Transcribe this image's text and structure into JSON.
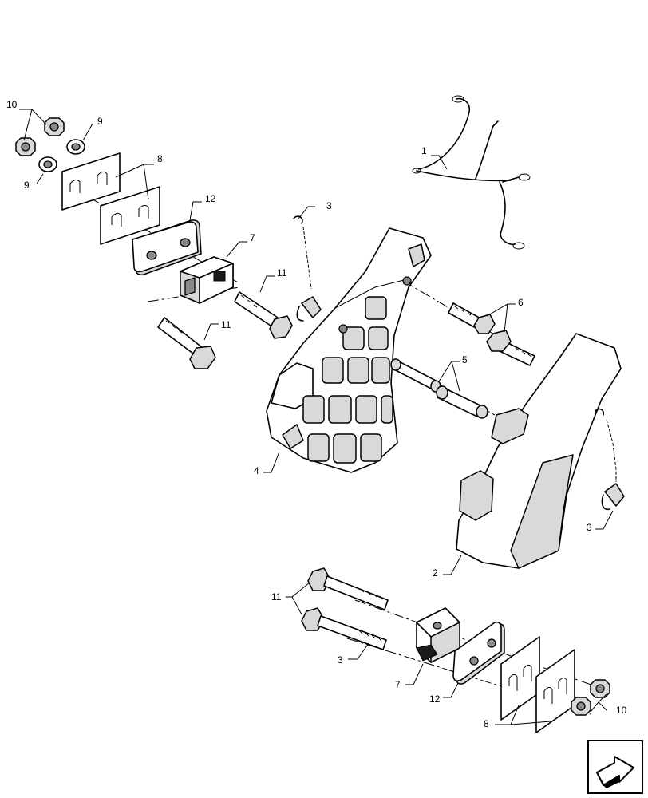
{
  "callouts": {
    "c1": "1",
    "c2": "2",
    "c3_top": "3",
    "c3_right": "3",
    "c3_bottom": "3",
    "c4": "4",
    "c5": "5",
    "c6": "6",
    "c7_top": "7",
    "c7_bottom": "7",
    "c8_top": "8",
    "c8_bottom": "8",
    "c9_upper": "9",
    "c9_lower": "9",
    "c10_top": "10",
    "c10_bottom": "10",
    "c11_top_a": "11",
    "c11_top_b": "11",
    "c11_bottom": "11",
    "c12_top": "12",
    "c12_bottom": "12"
  },
  "nav_icon": "next-page-arrow-icon"
}
